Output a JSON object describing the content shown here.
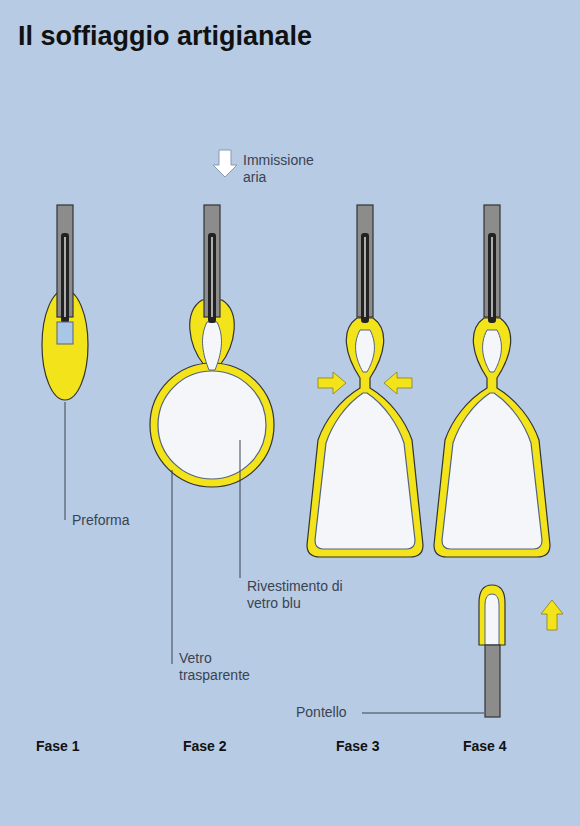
{
  "diagram": {
    "title": "Il soffiaggio artigianale",
    "labels": [
      "Immissione aria",
      "Preforma",
      "Rivestimento di vetro blu",
      "Vetro trasparente",
      "Pontello",
      "Fase 1",
      "Fase 2",
      "Fase 3",
      "Fase 4"
    ]
  }
}
